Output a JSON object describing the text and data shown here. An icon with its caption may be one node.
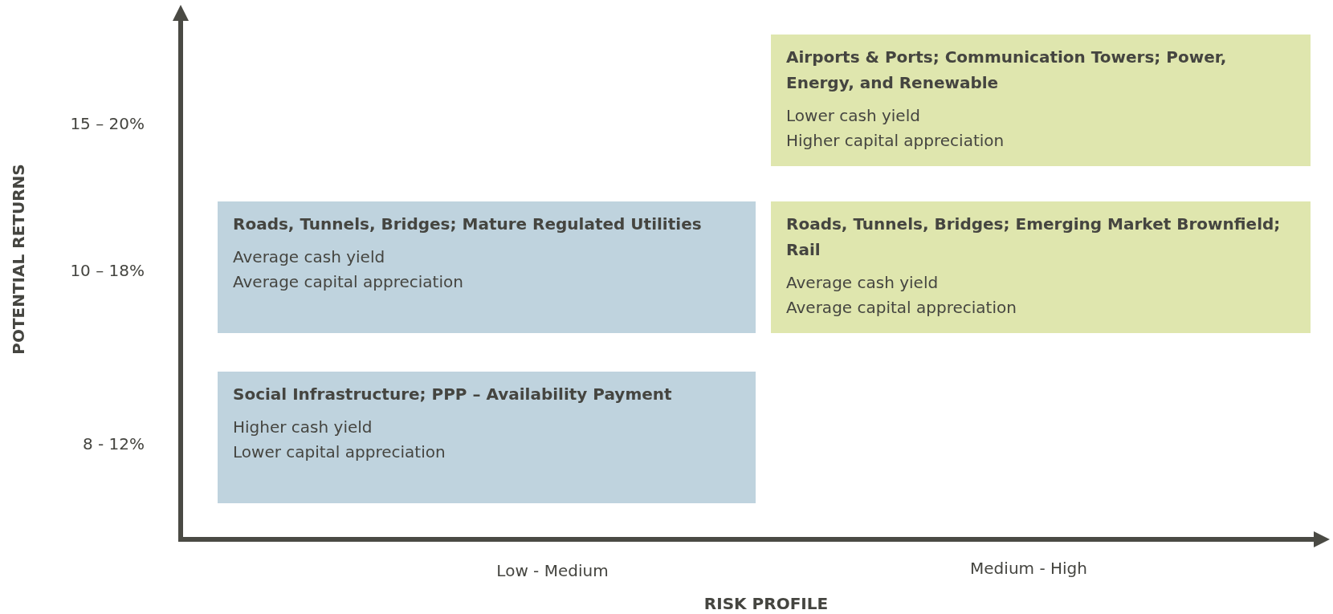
{
  "diagram": {
    "nodes": [
      {
        "text": [
          "Airports & Ports; Communication Towers; Power, Energy, and Renewable",
          "Lower cash yield",
          "Higher capital appreciation"
        ]
      },
      {
        "text": [
          "Roads, Tunnels, Bridges; Mature Regulated Utilities",
          "Average cash yield",
          "Average capital appreciation"
        ]
      },
      {
        "text": [
          "Roads, Tunnels, Bridges; Emerging Market Brownfield; Rail",
          "Average cash yield",
          "Average capital appreciation"
        ]
      },
      {
        "text": [
          "Social Infrastructure; PPP – Availability Payment",
          "Higher cash yield",
          "Lower capital appreciation"
        ]
      }
    ],
    "labels": [
      "15 – 20%",
      "POTENTIAL RETURNS",
      "10 – 18%",
      "8 - 12%",
      "Low - Medium",
      "Medium - High",
      "RISK PROFILE"
    ]
  }
}
